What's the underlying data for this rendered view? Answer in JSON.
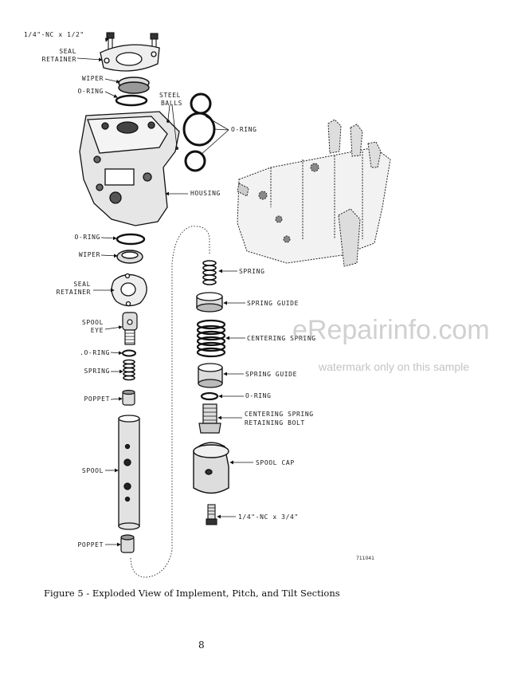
{
  "labels": {
    "bolt_top": "1/4\"-NC x 1/2\"",
    "seal_retainer_top_1": "SEAL",
    "seal_retainer_top_2": "RETAINER",
    "wiper_top": "WIPER",
    "oring_top": "O-RING",
    "steel_balls_1": "STEEL",
    "steel_balls_2": "BALLS",
    "oring_right": "O-RING",
    "housing": "HOUSING",
    "oring_mid": "O-RING",
    "wiper_mid": "WIPER",
    "seal_retainer_mid_1": "SEAL",
    "seal_retainer_mid_2": "RETAINER",
    "spool_eye_1": "SPOOL",
    "spool_eye_2": "EYE",
    "oring_spool": ".O-RING",
    "spring_left": "SPRING",
    "poppet_top": "POPPET",
    "spool": "SPOOL",
    "poppet_bottom": "POPPET",
    "spring_right": "SPRING",
    "spring_guide_1": "SPRING GUIDE",
    "centering_spring": "CENTERING SPRING",
    "spring_guide_2": "SPRING GUIDE",
    "oring_right_low": "O-RING",
    "centering_bolt_1": "CENTERING SPRING",
    "centering_bolt_2": "RETAINING BOLT",
    "spool_cap": "SPOOL CAP",
    "bolt_bottom": "1/4\"-NC x 3/4\""
  },
  "figure_id": "711041",
  "caption": "Figure 5 - Exploded View of Implement, Pitch, and Tilt Sections",
  "page_number": "8",
  "watermark": {
    "site": "eRepairinfo.com",
    "note": "watermark only on this sample"
  }
}
